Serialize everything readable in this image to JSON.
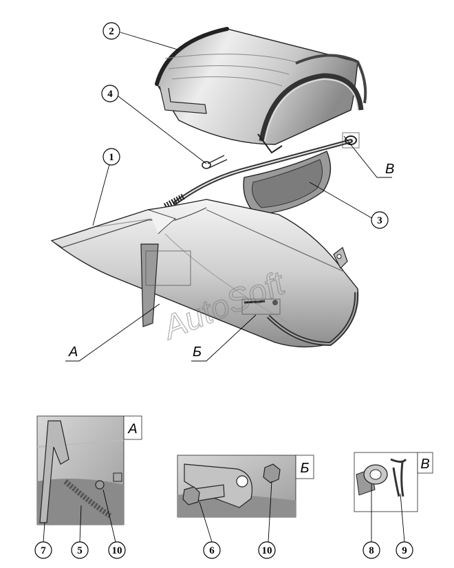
{
  "watermark": "AutoSoft",
  "callouts": {
    "c1": "1",
    "c2": "2",
    "c3": "3",
    "c4": "4",
    "c5": "5",
    "c6": "6",
    "c7": "7",
    "c8": "8",
    "c9": "9",
    "c10a": "10",
    "c10b": "10"
  },
  "views": {
    "main_a": "А",
    "main_b": "Б",
    "main_v": "В",
    "detail_a": "А",
    "detail_b": "Б",
    "detail_v": "В"
  },
  "colors": {
    "line": "#000000",
    "metal_light": "#e6e6e6",
    "metal_mid": "#bdbdbd",
    "metal_dark": "#6f6f6f"
  }
}
